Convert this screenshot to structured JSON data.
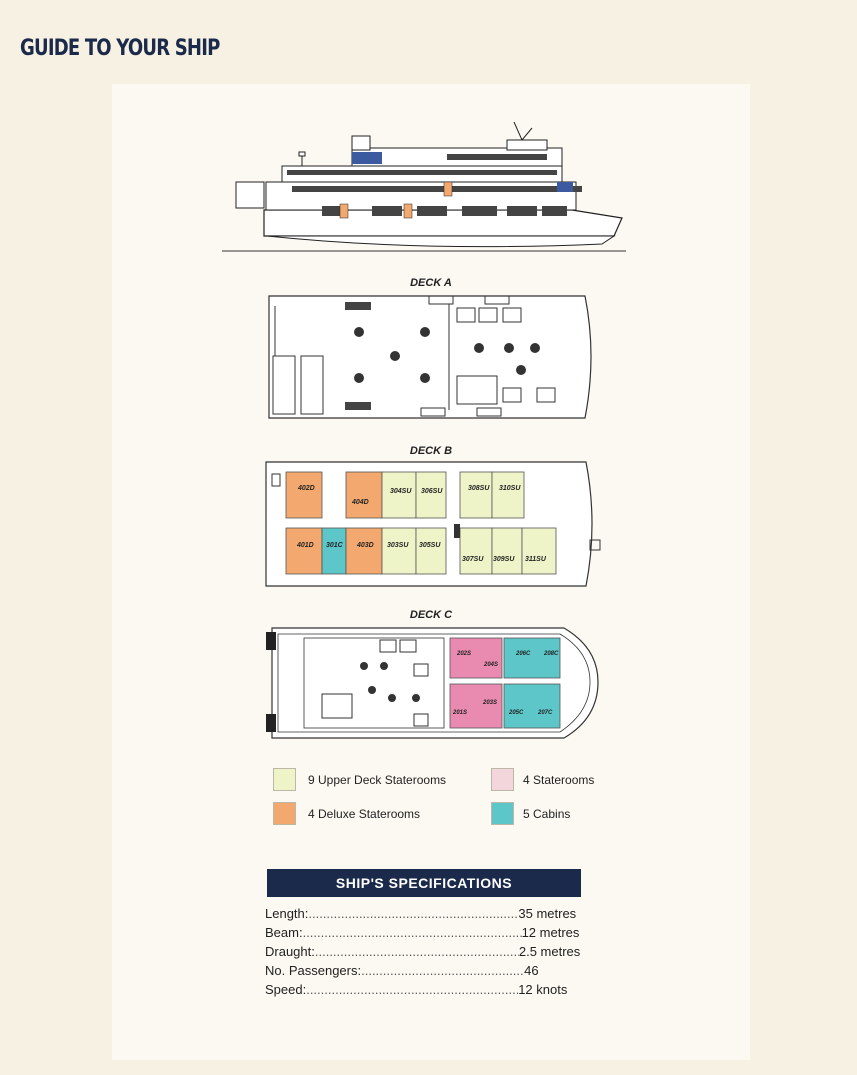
{
  "page": {
    "title": "GUIDE TO YOUR SHIP"
  },
  "decks": {
    "a": {
      "label": "DECK A"
    },
    "b": {
      "label": "DECK B",
      "rooms_top": [
        "402D",
        "404D",
        "304SU",
        "306SU",
        "308SU",
        "310SU"
      ],
      "rooms_bottom": [
        "401D",
        "301C",
        "403D",
        "303SU",
        "305SU",
        "307SU",
        "309SU",
        "311SU"
      ]
    },
    "c": {
      "label": "DECK C",
      "rooms_top": [
        "202S",
        "204S",
        "206C",
        "208C"
      ],
      "rooms_bottom": [
        "201S",
        "203S",
        "205C",
        "207C"
      ]
    }
  },
  "legend": {
    "upper": {
      "label": "9 Upper Deck Staterooms",
      "color": "#eef4c8"
    },
    "deluxe": {
      "label": "4 Deluxe Staterooms",
      "color": "#f2a86e"
    },
    "staterooms": {
      "label": "4 Staterooms",
      "color": "#f3d6dc"
    },
    "cabins": {
      "label": "5 Cabins",
      "color": "#5cc6c8"
    }
  },
  "specs": {
    "header": "SHIP'S SPECIFICATIONS",
    "rows": [
      {
        "label": "Length:",
        "value": "35 metres"
      },
      {
        "label": "Beam:",
        "value": "12 metres"
      },
      {
        "label": "Draught:",
        "value": "2.5 metres"
      },
      {
        "label": "No. Passengers:",
        "value": "46"
      },
      {
        "label": "Speed: ",
        "value": "12 knots"
      }
    ]
  },
  "colors": {
    "navy": "#1b2a4a",
    "cream": "#f7f1e4",
    "suite_green": "#e8f0c0",
    "deluxe_orange": "#f2a86e",
    "stateroom_pink": "#e98ab0",
    "cabin_teal": "#5cc6c8"
  }
}
